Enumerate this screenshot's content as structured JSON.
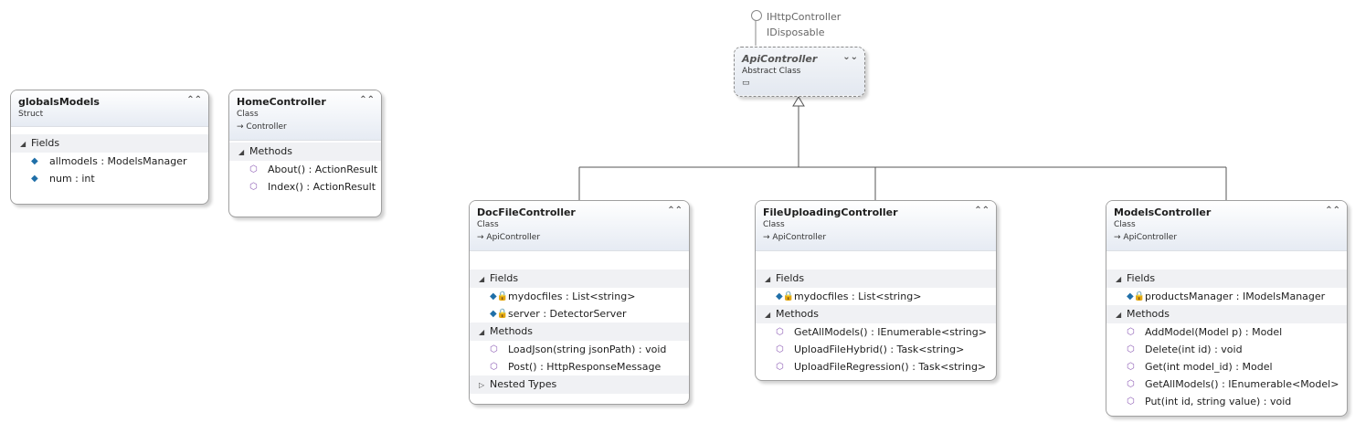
{
  "interfaces": [
    "IHttpController",
    "IDisposable"
  ],
  "api_controller": {
    "name": "ApiController",
    "kind": "Abstract Class",
    "toggle": "⌄⌄"
  },
  "globals_models": {
    "name": "globalsModels",
    "kind": "Struct",
    "toggle": "⌃⌃",
    "fields_label": "Fields",
    "fields": [
      "allmodels : ModelsManager",
      "num : int"
    ]
  },
  "home_controller": {
    "name": "HomeController",
    "kind": "Class",
    "base": "Controller",
    "toggle": "⌃⌃",
    "methods_label": "Methods",
    "methods": [
      "About() : ActionResult",
      "Index() : ActionResult"
    ]
  },
  "docfile_controller": {
    "name": "DocFileController",
    "kind": "Class",
    "base": "ApiController",
    "toggle": "⌃⌃",
    "fields_label": "Fields",
    "fields": [
      "mydocfiles : List<string>",
      "server : DetectorServer"
    ],
    "methods_label": "Methods",
    "methods": [
      "LoadJson(string jsonPath) : void",
      "Post() : HttpResponseMessage"
    ],
    "nested_label": "Nested Types"
  },
  "fileuploading_controller": {
    "name": "FileUploadingController",
    "kind": "Class",
    "base": "ApiController",
    "toggle": "⌃⌃",
    "fields_label": "Fields",
    "fields": [
      "mydocfiles : List<string>"
    ],
    "methods_label": "Methods",
    "methods": [
      "GetAllModels() : IEnumerable<string>",
      "UploadFileHybrid() : Task<string>",
      "UploadFileRegression() : Task<string>"
    ]
  },
  "models_controller": {
    "name": "ModelsController",
    "kind": "Class",
    "base": "ApiController",
    "toggle": "⌃⌃",
    "fields_label": "Fields",
    "fields": [
      "productsManager : IModelsManager"
    ],
    "methods_label": "Methods",
    "methods": [
      "AddModel(Model p) : Model",
      "Delete(int id) : void",
      "Get(int model_id) : Model",
      "GetAllModels() : IEnumerable<Model>",
      "Put(int id, string value) : void"
    ]
  },
  "icons": {
    "field": "field-icon",
    "private_field": "private-field-icon",
    "method": "method-icon",
    "inherit_arrow": "inherit-arrow-icon",
    "expand": "expand-triangle-icon",
    "collapse": "collapse-triangle-icon"
  }
}
